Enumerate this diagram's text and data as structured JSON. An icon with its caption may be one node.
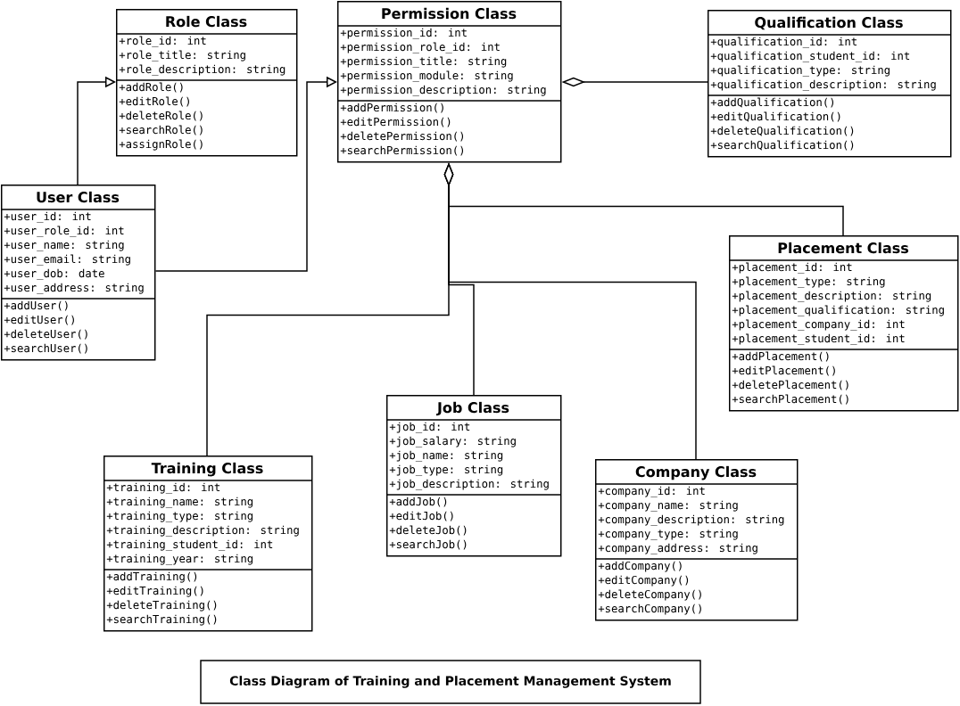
{
  "diagram": {
    "title": "Class Diagram of Training and Placement Management System",
    "nodes": [
      {
        "text": [
          "Role Class",
          "+role_id: int",
          "+role_title: string",
          "+role_description: string",
          "+addRole()",
          "+editRole()",
          "+deleteRole()",
          "+searchRole()",
          "+assignRole()"
        ]
      },
      {
        "text": [
          "Permission Class",
          "+permission_id: int",
          "+permission_role_id: int",
          "+permission_title: string",
          "+permission_module: string",
          "+permission_description: string",
          "+addPermission()",
          "+editPermission()",
          "+deletePermission()",
          "+searchPermission()"
        ]
      },
      {
        "text": [
          "Qualification Class",
          "+qualification_id: int",
          "+qualification_student_id: int",
          "+qualification_type: string",
          "+qualification_description: string",
          "+addQualification()",
          "+editQualification()",
          "+deleteQualification()",
          "+searchQualification()"
        ]
      },
      {
        "text": [
          "User Class",
          "+user_id: int",
          "+user_role_id: int",
          "+user_name: string",
          "+user_email: string",
          "+user_dob: date",
          "+user_address: string",
          "+addUser()",
          "+editUser()",
          "+deleteUser()",
          "+searchUser()"
        ]
      },
      {
        "text": [
          "Placement Class",
          "+placement_id: int",
          "+placement_type: string",
          "+placement_description: string",
          "+placement_qualification: string",
          "+placement_company_id: int",
          "+placement_student_id: int",
          "+addPlacement()",
          "+editPlacement()",
          "+deletePlacement()",
          "+searchPlacement()"
        ]
      },
      {
        "text": [
          "Job Class",
          "+job_id: int",
          "+job_salary: string",
          "+job_name: string",
          "+job_type: string",
          "+job_description: string",
          "+addJob()",
          "+editJob()",
          "+deleteJob()",
          "+searchJob()"
        ]
      },
      {
        "text": [
          "Training Class",
          "+training_id: int",
          "+training_name: string",
          "+training_type: string",
          "+training_description: string",
          "+training_student_id: int",
          "+training_year: string",
          "+addTraining()",
          "+editTraining()",
          "+deleteTraining()",
          "+searchTraining()"
        ]
      },
      {
        "text": [
          "Company Class",
          "+company_id: int",
          "+company_name: string",
          "+company_description: string",
          "+company_type: string",
          "+company_address: string",
          "+addCompany()",
          "+editCompany()",
          "+deleteCompany()",
          "+searchCompany()"
        ]
      }
    ],
    "edges": [
      {
        "from": 3,
        "to": 0,
        "arrow": "to"
      },
      {
        "from": 3,
        "to": 1,
        "arrow": "to"
      },
      {
        "from": 2,
        "to": 1,
        "arrow": "other"
      },
      {
        "from": 4,
        "to": 1,
        "arrow": "other"
      },
      {
        "from": 5,
        "to": 1,
        "arrow": "other"
      },
      {
        "from": 7,
        "to": 1,
        "arrow": "other"
      },
      {
        "from": 6,
        "to": 1,
        "arrow": "other"
      }
    ]
  }
}
